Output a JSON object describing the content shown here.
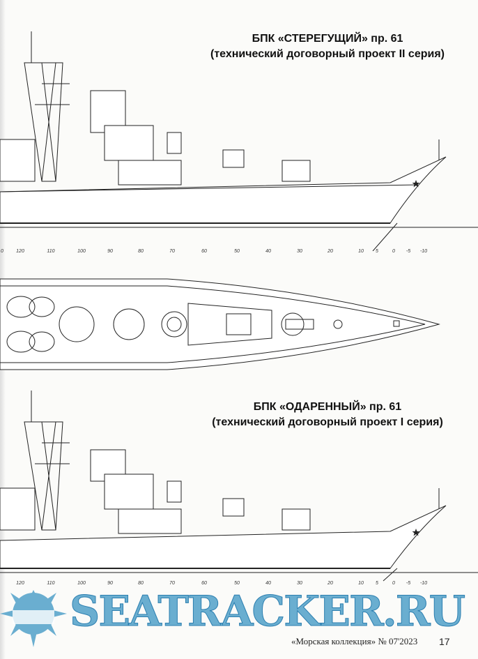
{
  "section1": {
    "title": "БПК «СТЕРЕГУЩИЙ» пр. 61",
    "subtitle": "(технический договорный проект II серия)",
    "scale_labels": [
      "0",
      "120",
      "110",
      "100",
      "90",
      "80",
      "70",
      "60",
      "50",
      "40",
      "30",
      "20",
      "10",
      "5",
      "0",
      "-5",
      "-10"
    ]
  },
  "section2": {
    "title": "БПК «ОДАРЕННЫЙ» пр. 61",
    "subtitle": "(технический договорный проект I серия)",
    "scale_labels": [
      "120",
      "110",
      "100",
      "90",
      "80",
      "70",
      "60",
      "50",
      "40",
      "30",
      "20",
      "10",
      "5",
      "0",
      "-5",
      "-10"
    ]
  },
  "footer": {
    "magazine": "«Морская коллекция» № 07'2023",
    "page_number": "17"
  },
  "watermark": {
    "text": "SEATRACKER.RU",
    "color": "#6aaed0"
  }
}
